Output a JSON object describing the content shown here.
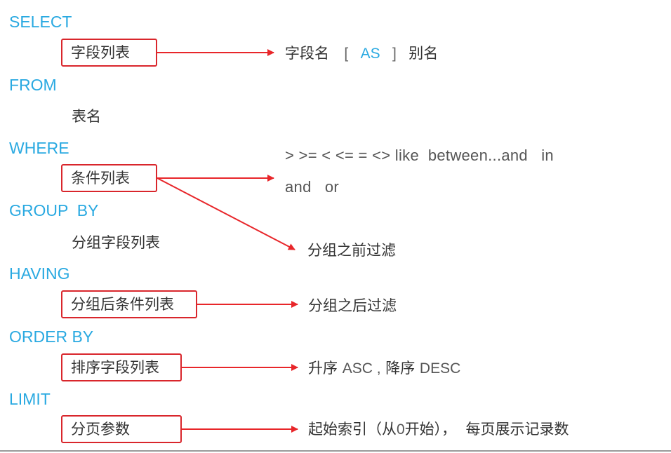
{
  "keywords": {
    "select": "SELECT",
    "from": "FROM",
    "where": "WHERE",
    "group_by": "GROUP  BY",
    "having": "HAVING",
    "order_by": "ORDER BY",
    "limit": "LIMIT"
  },
  "boxes": {
    "select_fields": "字段列表",
    "where_conditions": "条件列表",
    "having_conditions": "分组后条件列表",
    "order_fields": "排序字段列表",
    "limit_params": "分页参数"
  },
  "plain": {
    "table_name": "表名",
    "group_fields": "分组字段列表"
  },
  "targets": {
    "select_detail_pre": "字段名",
    "select_detail_bracket_open": "[",
    "select_detail_as": "AS",
    "select_detail_bracket_close": "]",
    "select_detail_post": "别名",
    "where_ops_line1": "> >= < <= = <> like  between...and   in",
    "where_ops_line2": "and   or",
    "where_note": "分组之前过滤",
    "having_note": "分组之后过滤",
    "order_asc_cn": "升序",
    "order_asc_en": "ASC ,",
    "order_desc_cn": "降序",
    "order_desc_en": "DESC",
    "limit_note_part1": "起始索引（从",
    "limit_note_zero": "0",
    "limit_note_part2": "开始），  每页展示记录数"
  },
  "colors": {
    "keyword": "#29a9e1",
    "box_border": "#d9262c",
    "arrow": "#e8262a",
    "text": "#333333"
  }
}
